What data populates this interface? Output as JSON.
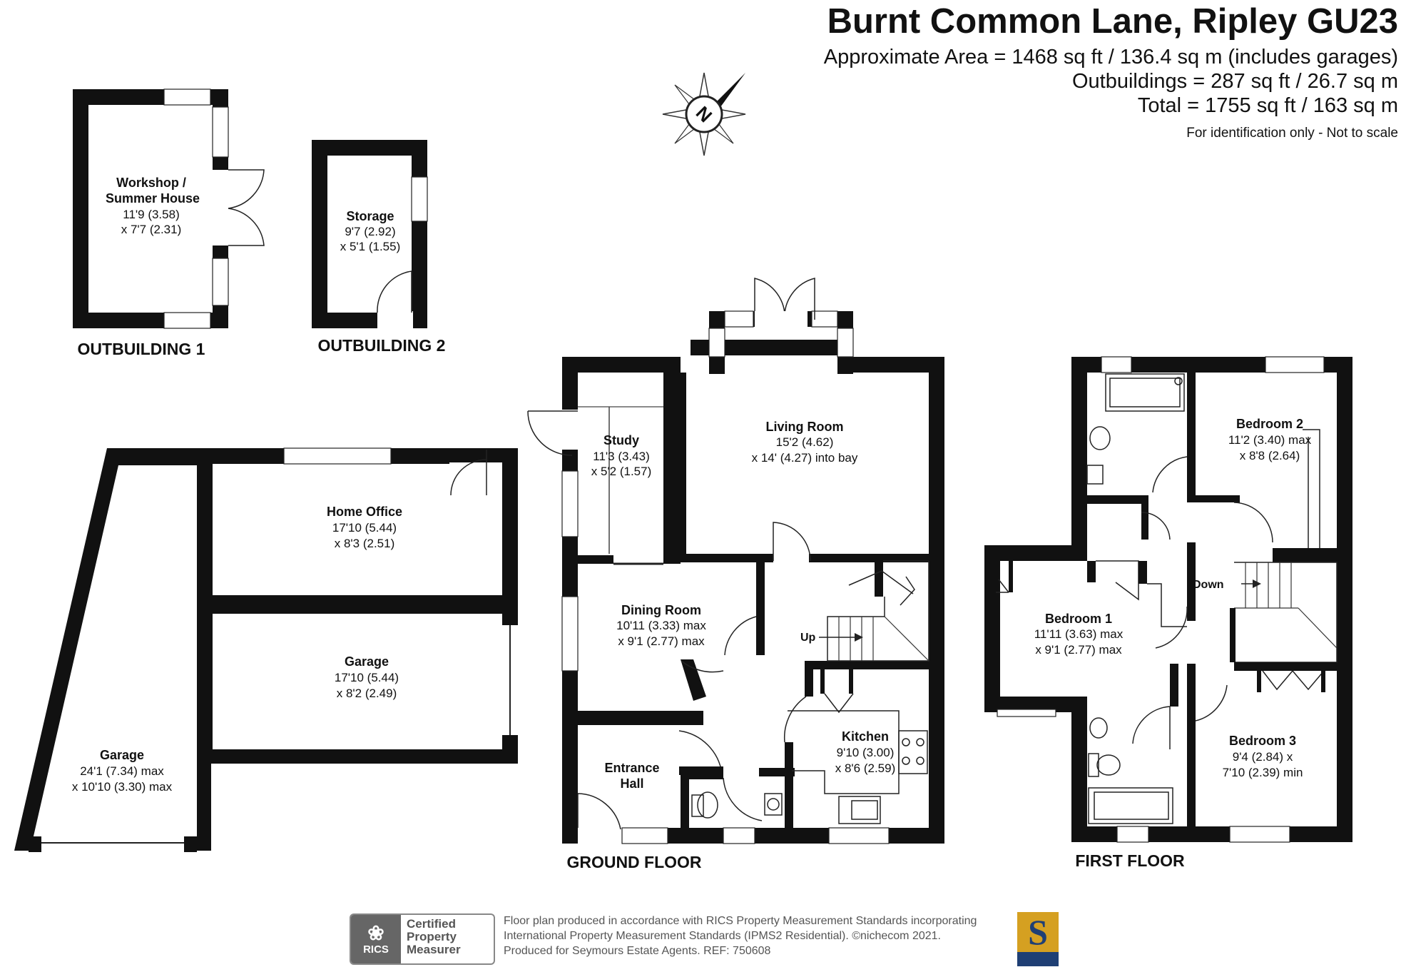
{
  "header": {
    "title": "Burnt Common Lane, Ripley GU23",
    "area_line1": "Approximate Area = 1468 sq ft / 136.4 sq m (includes garages)",
    "area_line2": "Outbuildings = 287 sq ft / 26.7 sq m",
    "area_line3": "Total = 1755 sq ft / 163 sq m",
    "identification": "For identification only - Not to scale"
  },
  "compass": {
    "letter": "N",
    "icon": "compass-rose-icon"
  },
  "floors": {
    "outbuilding1": "OUTBUILDING 1",
    "outbuilding2": "OUTBUILDING 2",
    "ground": "GROUND FLOOR",
    "first": "FIRST FLOOR"
  },
  "rooms": {
    "workshop": {
      "name1": "Workshop /",
      "name2": "Summer House",
      "dim1": "11'9 (3.58)",
      "dim2": "x 7'7 (2.31)"
    },
    "storage": {
      "name1": "Storage",
      "dim1": "9'7 (2.92)",
      "dim2": "x 5'1 (1.55)"
    },
    "home_office": {
      "name1": "Home Office",
      "dim1": "17'10 (5.44)",
      "dim2": "x 8'3 (2.51)"
    },
    "garage_small": {
      "name1": "Garage",
      "dim1": "17'10 (5.44)",
      "dim2": "x 8'2 (2.49)"
    },
    "garage_large": {
      "name1": "Garage",
      "dim1": "24'1 (7.34) max",
      "dim2": "x 10'10 (3.30) max"
    },
    "study": {
      "name1": "Study",
      "dim1": "11'3 (3.43)",
      "dim2": "x 5'2 (1.57)"
    },
    "living": {
      "name1": "Living Room",
      "dim1": "15'2 (4.62)",
      "dim2": "x 14' (4.27) into bay"
    },
    "dining": {
      "name1": "Dining Room",
      "dim1": "10'11 (3.33) max",
      "dim2": "x 9'1 (2.77) max"
    },
    "kitchen": {
      "name1": "Kitchen",
      "dim1": "9'10 (3.00)",
      "dim2": "x 8'6 (2.59)"
    },
    "entrance": {
      "name1": "Entrance",
      "name2": "Hall"
    },
    "bedroom1": {
      "name1": "Bedroom 1",
      "dim1": "11'11 (3.63) max",
      "dim2": "x 9'1 (2.77) max"
    },
    "bedroom2": {
      "name1": "Bedroom 2",
      "dim1": "11'2 (3.40) max",
      "dim2": "x 8'8 (2.64)"
    },
    "bedroom3": {
      "name1": "Bedroom 3",
      "dim1": "9'4 (2.84) x",
      "dim2": "7'10 (2.39) min"
    }
  },
  "labels": {
    "up": "Up",
    "down": "Down"
  },
  "footer": {
    "rics_badge": "RICS",
    "certified_line1": "Certified",
    "certified_line2": "Property",
    "certified_line3": "Measurer",
    "produced_line1": "Floor plan produced in accordance with RICS Property Measurement Standards incorporating",
    "produced_line2": "International Property Measurement Standards (IPMS2 Residential).  ©nichecom 2021.",
    "produced_line3": "Produced for Seymours Estate Agents.   REF:  750608",
    "agent_letter": "S"
  }
}
